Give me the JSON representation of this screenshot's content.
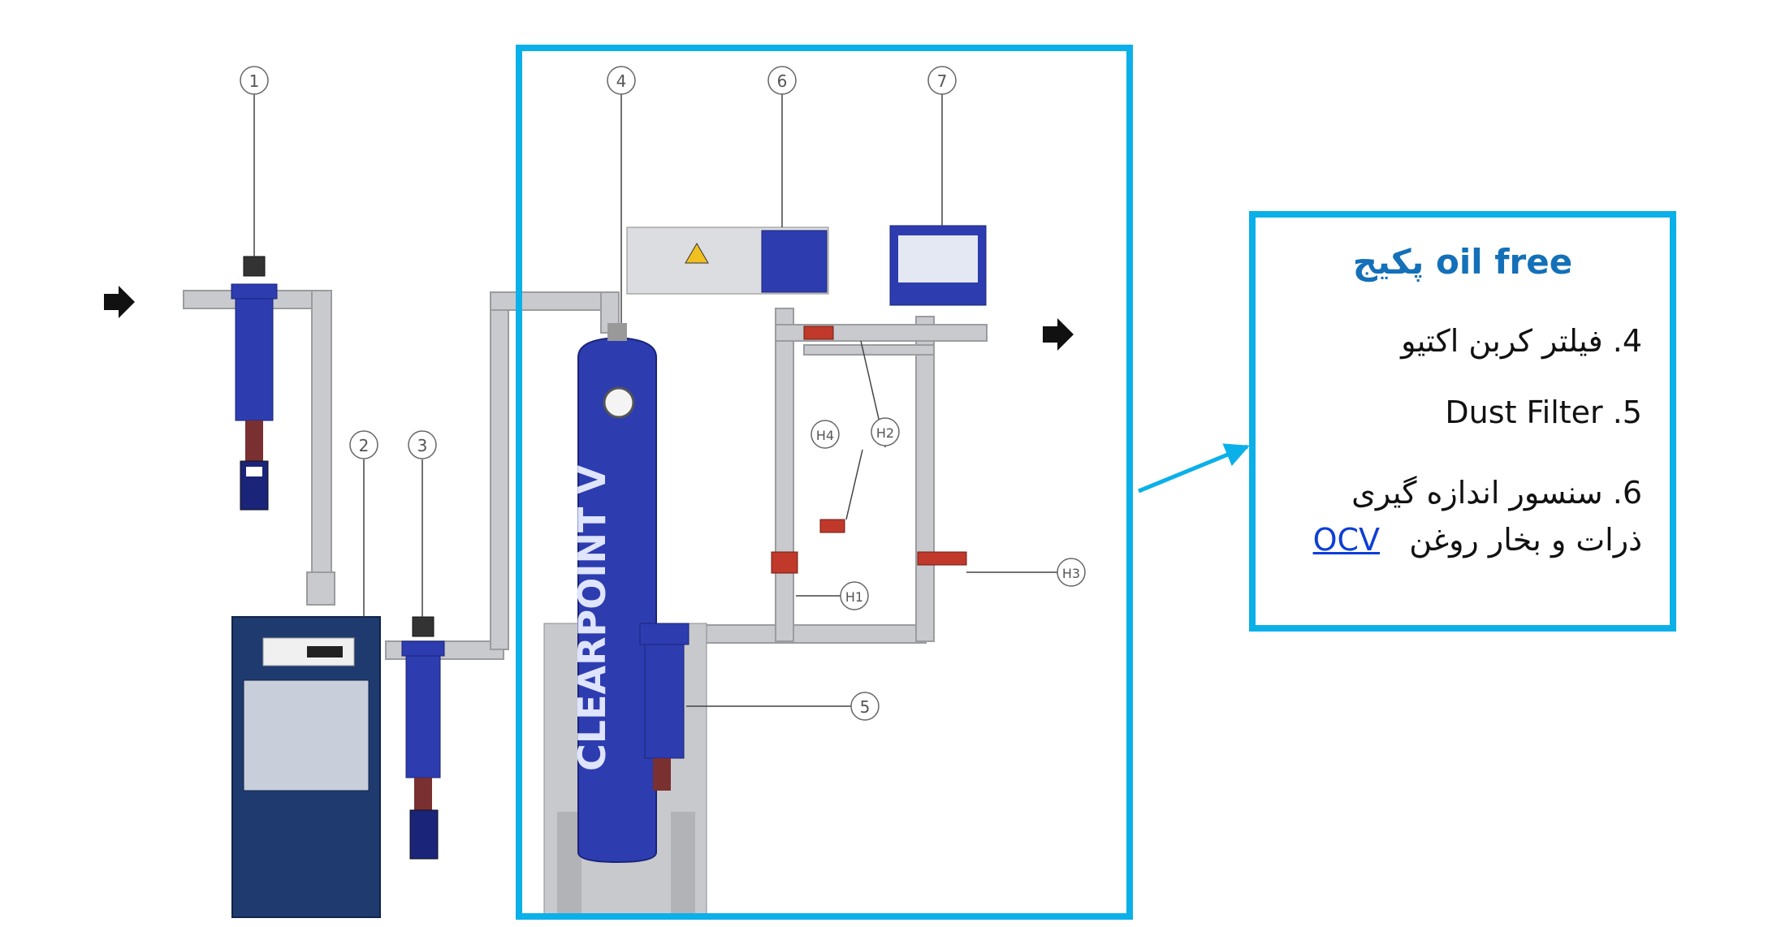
{
  "callouts": {
    "n1": "1",
    "n2": "2",
    "n3": "3",
    "n4": "4",
    "n5": "5",
    "n6": "6",
    "n7": "7",
    "h1": "H1",
    "h2": "H2",
    "h3": "H3",
    "h4": "H4"
  },
  "vessel_text": "CLEARPOINT V",
  "panel": {
    "title": "پکیج oil free",
    "item4": "4. فیلتر کربن اکتیو",
    "item5": "Dust Filter .5",
    "item6_line1": "6. سنسور اندازه گیری",
    "item6_line2": "ذرات و بخار روغن",
    "item6_link": "OCV"
  },
  "colors": {
    "highlight": "#0cb0e9",
    "equipment_blue": "#2d3db0",
    "dryer_navy": "#1f3a6e",
    "pipe_gray": "#c9cacd",
    "title_blue": "#1470b8"
  }
}
